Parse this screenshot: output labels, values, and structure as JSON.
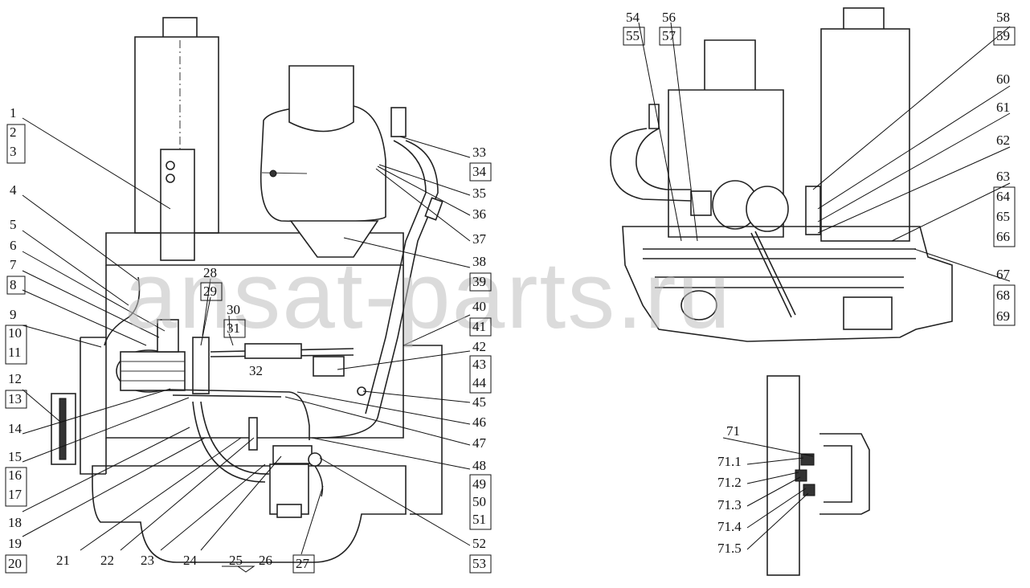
{
  "watermark": "ansat-parts.ru",
  "labels": [
    {
      "id": "1",
      "text": "1"
    },
    {
      "id": "2",
      "text": "2"
    },
    {
      "id": "3",
      "text": "3"
    },
    {
      "id": "4",
      "text": "4"
    },
    {
      "id": "5",
      "text": "5"
    },
    {
      "id": "6",
      "text": "6"
    },
    {
      "id": "7",
      "text": "7"
    },
    {
      "id": "8",
      "text": "8"
    },
    {
      "id": "9",
      "text": "9"
    },
    {
      "id": "10",
      "text": "10"
    },
    {
      "id": "11",
      "text": "11"
    },
    {
      "id": "12",
      "text": "12"
    },
    {
      "id": "13",
      "text": "13"
    },
    {
      "id": "14",
      "text": "14"
    },
    {
      "id": "15",
      "text": "15"
    },
    {
      "id": "16",
      "text": "16"
    },
    {
      "id": "17",
      "text": "17"
    },
    {
      "id": "18",
      "text": "18"
    },
    {
      "id": "19",
      "text": "19"
    },
    {
      "id": "20",
      "text": "20"
    },
    {
      "id": "21",
      "text": "21"
    },
    {
      "id": "22",
      "text": "22"
    },
    {
      "id": "23",
      "text": "23"
    },
    {
      "id": "24",
      "text": "24"
    },
    {
      "id": "25",
      "text": "25"
    },
    {
      "id": "26",
      "text": "26"
    },
    {
      "id": "27",
      "text": "27"
    },
    {
      "id": "28",
      "text": "28"
    },
    {
      "id": "29",
      "text": "29"
    },
    {
      "id": "30",
      "text": "30"
    },
    {
      "id": "31",
      "text": "31"
    },
    {
      "id": "32",
      "text": "32"
    },
    {
      "id": "33",
      "text": "33"
    },
    {
      "id": "34",
      "text": "34"
    },
    {
      "id": "35",
      "text": "35"
    },
    {
      "id": "36",
      "text": "36"
    },
    {
      "id": "37",
      "text": "37"
    },
    {
      "id": "38",
      "text": "38"
    },
    {
      "id": "39",
      "text": "39"
    },
    {
      "id": "40",
      "text": "40"
    },
    {
      "id": "41",
      "text": "41"
    },
    {
      "id": "42",
      "text": "42"
    },
    {
      "id": "43",
      "text": "43"
    },
    {
      "id": "44",
      "text": "44"
    },
    {
      "id": "45",
      "text": "45"
    },
    {
      "id": "46",
      "text": "46"
    },
    {
      "id": "47",
      "text": "47"
    },
    {
      "id": "48",
      "text": "48"
    },
    {
      "id": "49",
      "text": "49"
    },
    {
      "id": "50",
      "text": "50"
    },
    {
      "id": "51",
      "text": "51"
    },
    {
      "id": "52",
      "text": "52"
    },
    {
      "id": "53",
      "text": "53"
    },
    {
      "id": "54",
      "text": "54"
    },
    {
      "id": "55",
      "text": "55"
    },
    {
      "id": "56",
      "text": "56"
    },
    {
      "id": "57",
      "text": "57"
    },
    {
      "id": "58",
      "text": "58"
    },
    {
      "id": "59",
      "text": "59"
    },
    {
      "id": "60",
      "text": "60"
    },
    {
      "id": "61",
      "text": "61"
    },
    {
      "id": "62",
      "text": "62"
    },
    {
      "id": "63",
      "text": "63"
    },
    {
      "id": "64",
      "text": "64"
    },
    {
      "id": "65",
      "text": "65"
    },
    {
      "id": "66",
      "text": "66"
    },
    {
      "id": "67",
      "text": "67"
    },
    {
      "id": "68",
      "text": "68"
    },
    {
      "id": "69",
      "text": "69"
    },
    {
      "id": "71",
      "text": "71"
    },
    {
      "id": "71_1",
      "text": "71.1"
    },
    {
      "id": "71_2",
      "text": "71.2"
    },
    {
      "id": "71_3",
      "text": "71.3"
    },
    {
      "id": "71_4",
      "text": "71.4"
    },
    {
      "id": "71_5",
      "text": "71.5"
    }
  ]
}
